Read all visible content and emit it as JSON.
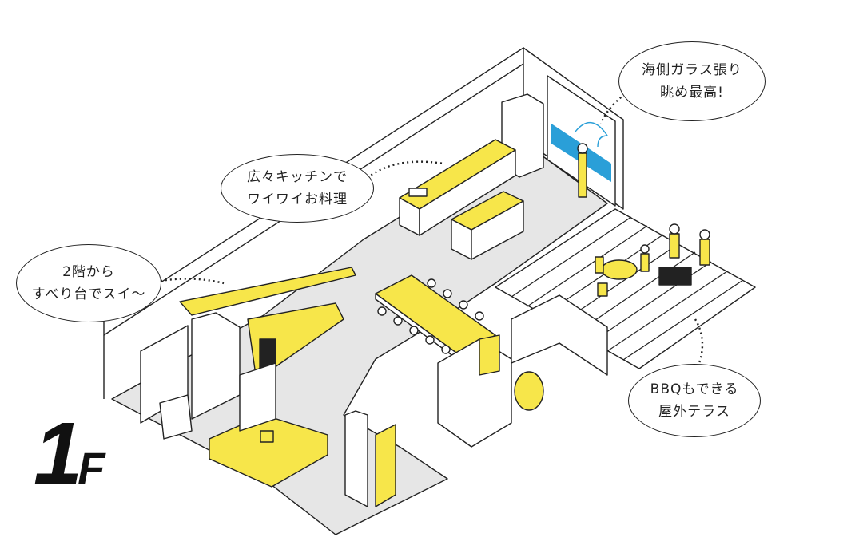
{
  "floor_label": {
    "number": "1",
    "letter": "F"
  },
  "callouts": [
    {
      "line1": "海側ガラス張り",
      "line2": "眺め最高!"
    },
    {
      "line1": "広々キッチンで",
      "line2": "ワイワイお料理"
    },
    {
      "line1": "2階から",
      "line2": "すべり台でスイ〜"
    },
    {
      "line1": "BBQもできる",
      "line2": "屋外テラス"
    }
  ],
  "colors": {
    "accent": "#f7e64a",
    "floor": "#e6e6e6",
    "sea": "#2a9fd8",
    "line": "#222222"
  }
}
